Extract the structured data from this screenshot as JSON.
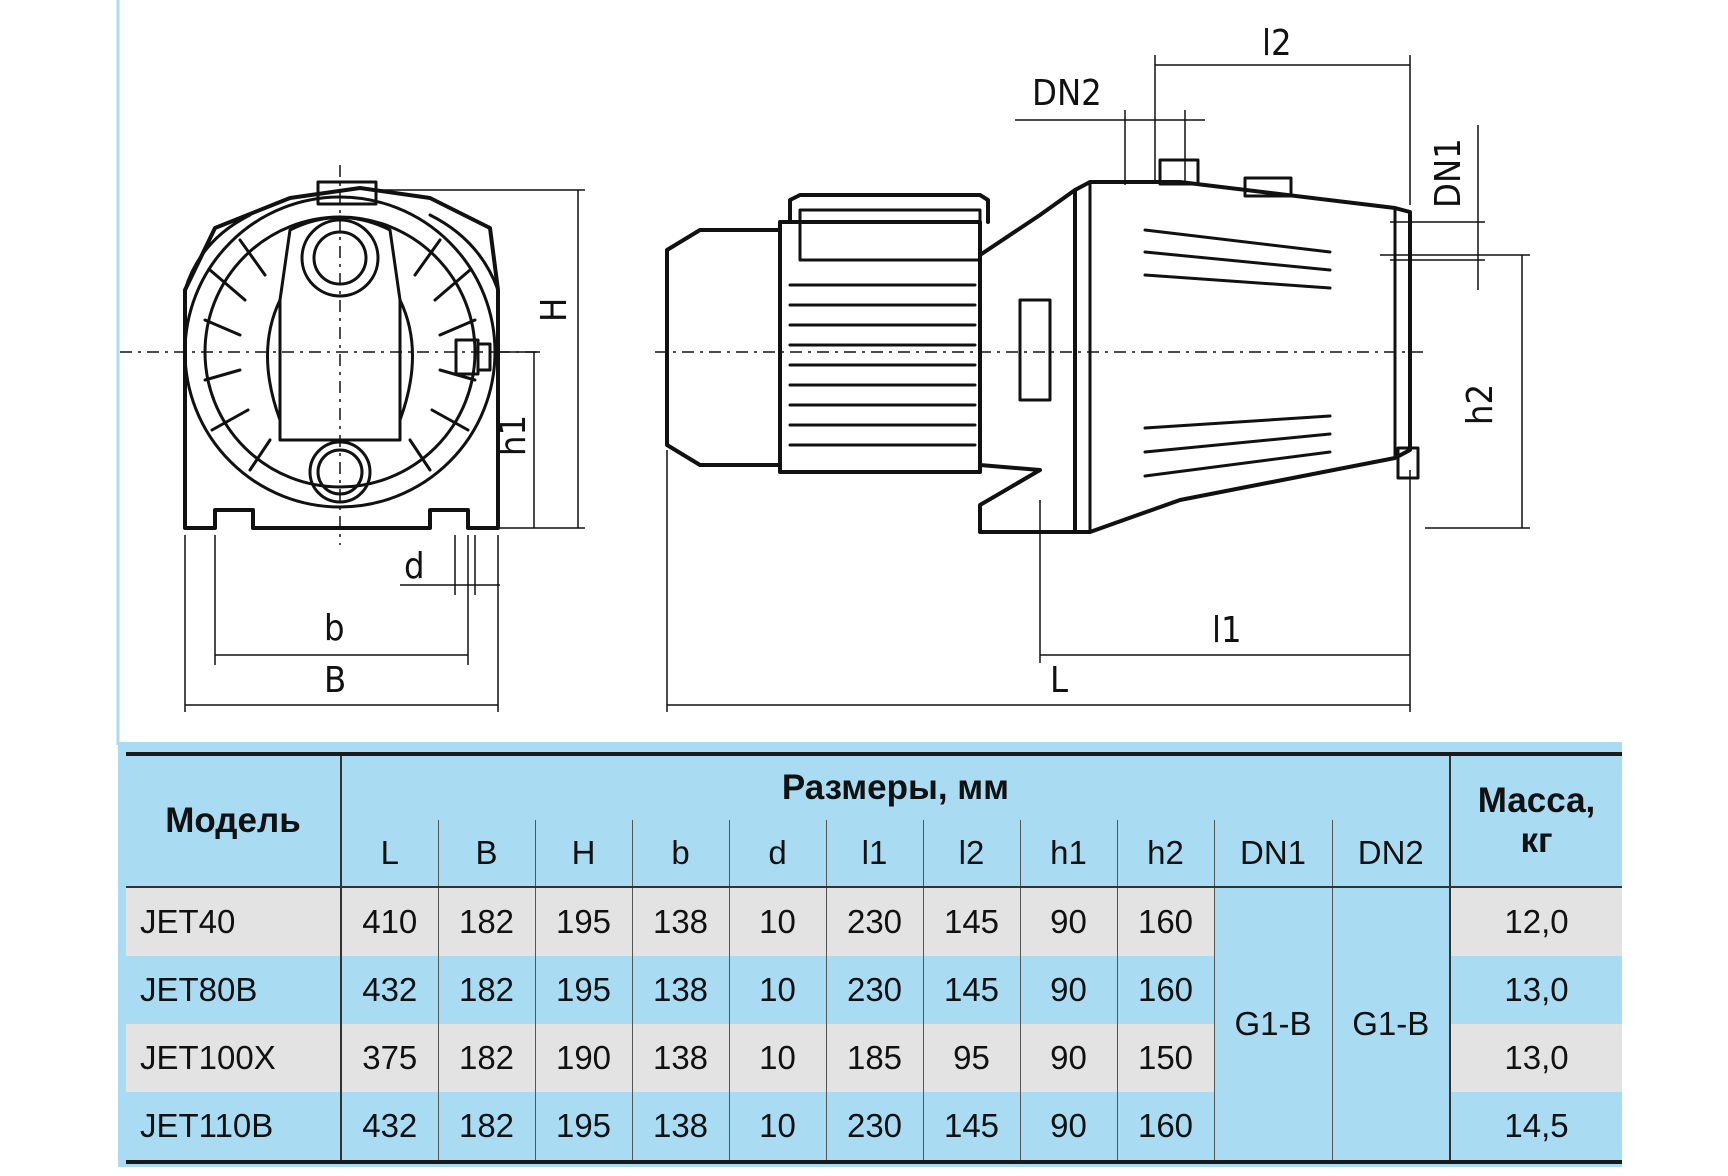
{
  "drawing": {
    "labels": {
      "H": "H",
      "h1": "h1",
      "d": "d",
      "b": "b",
      "B": "B",
      "l2": "l2",
      "DN2": "DN2",
      "DN1": "DN1",
      "h2": "h2",
      "l1": "l1",
      "L": "L"
    }
  },
  "table": {
    "model_header": "Модель",
    "dims_header": "Размеры, мм",
    "mass_header": "Масса, кг",
    "columns": [
      "L",
      "B",
      "H",
      "b",
      "d",
      "l1",
      "l2",
      "h1",
      "h2",
      "DN1",
      "DN2"
    ],
    "rows": [
      {
        "model": "JET40",
        "values": [
          "410",
          "182",
          "195",
          "138",
          "10",
          "230",
          "145",
          "90",
          "160"
        ],
        "mass": "12,0"
      },
      {
        "model": "JET80B",
        "values": [
          "432",
          "182",
          "195",
          "138",
          "10",
          "230",
          "145",
          "90",
          "160"
        ],
        "mass": "13,0"
      },
      {
        "model": "JET100X",
        "values": [
          "375",
          "182",
          "190",
          "138",
          "10",
          "185",
          "95",
          "90",
          "150"
        ],
        "mass": "13,0"
      },
      {
        "model": "JET110B",
        "values": [
          "432",
          "182",
          "195",
          "138",
          "10",
          "230",
          "145",
          "90",
          "160"
        ],
        "mass": "14,5"
      }
    ],
    "dn1": "G1-B",
    "dn2": "G1-B"
  },
  "colors": {
    "table_blue": "#a9dcf3",
    "stripe_grey": "#e3e3e3"
  }
}
